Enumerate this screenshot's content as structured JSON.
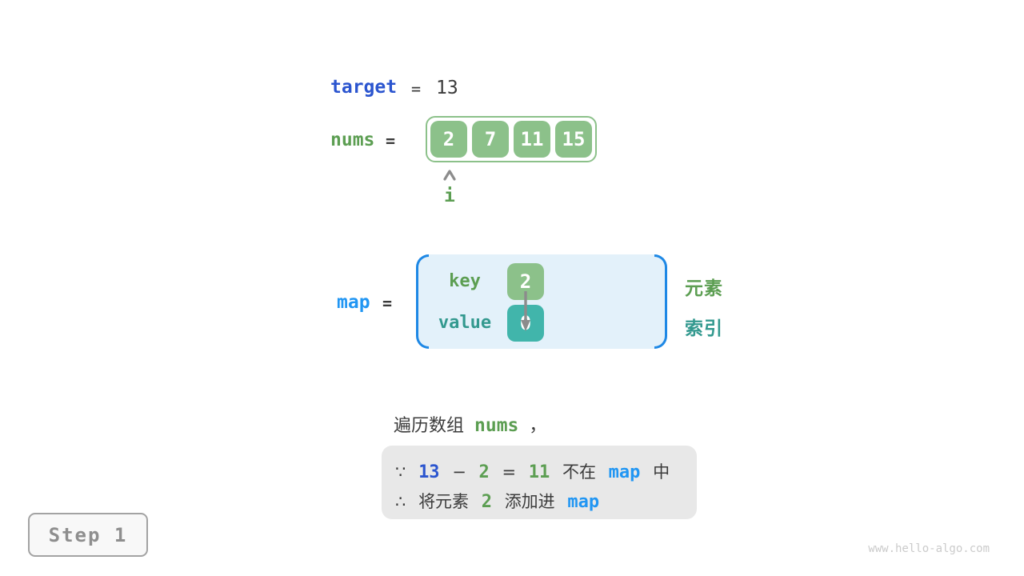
{
  "colors": {
    "indigo": "#2B55CF",
    "blue": "#2196F3",
    "green-text": "#5C9E52",
    "teal-text": "#33998F",
    "green-fill": "#8CC18A",
    "teal-fill": "#41B5AB",
    "map-fill": "#E3F1FA",
    "map-bracket": "#1E88E5",
    "dark": "#3B3B3B",
    "gray-box": "#E8E8E8",
    "step-text": "#8E8E8E",
    "watermark": "#CBCBCB",
    "arrow": "#8C8C8C"
  },
  "target_row": {
    "var": "target",
    "eq": "=",
    "value": "13"
  },
  "nums_row": {
    "var": "nums",
    "eq": "=",
    "cells": [
      "2",
      "7",
      "11",
      "15"
    ],
    "pointer_label": "i"
  },
  "map_row": {
    "var": "map",
    "eq": "=",
    "key_label": "key",
    "key_value": "2",
    "value_label": "value",
    "value_value": "0",
    "element_label": "元素",
    "index_label": "索引"
  },
  "caption": {
    "prefix": "遍历数组",
    "code": "nums",
    "comma": "，"
  },
  "note": {
    "because": "∵",
    "minuend": "13",
    "minus": "−",
    "subtrahend": "2",
    "equals": "=",
    "difference": "11",
    "not_in": "不在",
    "map_code_1": "map",
    "in_suffix": "中",
    "therefore": "∴",
    "add_prefix": "将元素",
    "added_value": "2",
    "add_verb": "添加进",
    "map_code_2": "map"
  },
  "step_label": "Step 1",
  "watermark": "www.hello-algo.com"
}
